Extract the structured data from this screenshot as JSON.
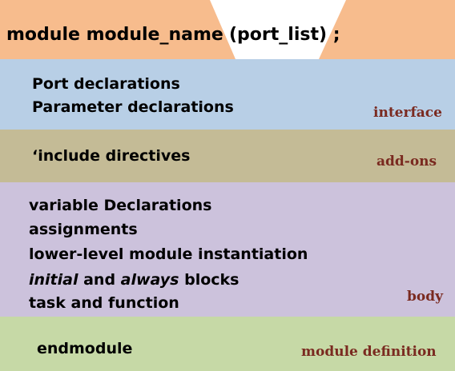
{
  "header": {
    "keyword": "module module_name",
    "ports": "(port_list) ;"
  },
  "interface": {
    "lines": [
      "Port declarations",
      "Parameter declarations"
    ],
    "tag": "interface"
  },
  "addons": {
    "lines": [
      "‘include directives"
    ],
    "tag": "add-ons"
  },
  "body": {
    "lines": [
      "variable Declarations",
      "assignments",
      "lower-level module instantiation",
      "task and function"
    ],
    "blocks_line": {
      "w1": "initial",
      "mid": " and ",
      "w2": "always",
      "end": " blocks"
    },
    "tag": "body"
  },
  "definition": {
    "lines": [
      "endmodule"
    ],
    "tag": "module definition"
  },
  "colors": {
    "header": "#f7bc8d",
    "interface": "#b8cfe6",
    "addons": "#c4bb96",
    "body": "#ccc2dc",
    "definition": "#c6d9a6",
    "tag": "#7a2a20"
  }
}
